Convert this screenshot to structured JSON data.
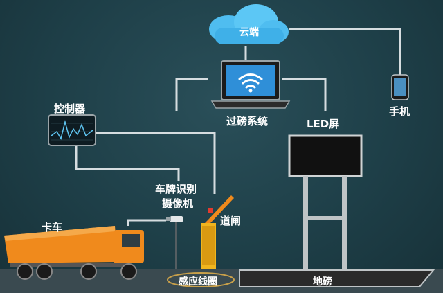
{
  "labels": {
    "cloud": "云端",
    "weighing_system": "过磅系统",
    "led_screen": "LED屏",
    "phone": "手机",
    "controller": "控制器",
    "camera_line1": "车牌识别",
    "camera_line2": "摄像机",
    "truck": "卡车",
    "barrier": "道闸",
    "induction_coil": "感应线圈",
    "scale": "地磅"
  },
  "colors": {
    "background": "#1e3f48",
    "connector": "#d6dde0",
    "cloud": "#3fb0e8",
    "truck_orange": "#f08a1c",
    "barrier_yellow": "#f0b51e",
    "scale_platform": "#2a2a2a"
  }
}
